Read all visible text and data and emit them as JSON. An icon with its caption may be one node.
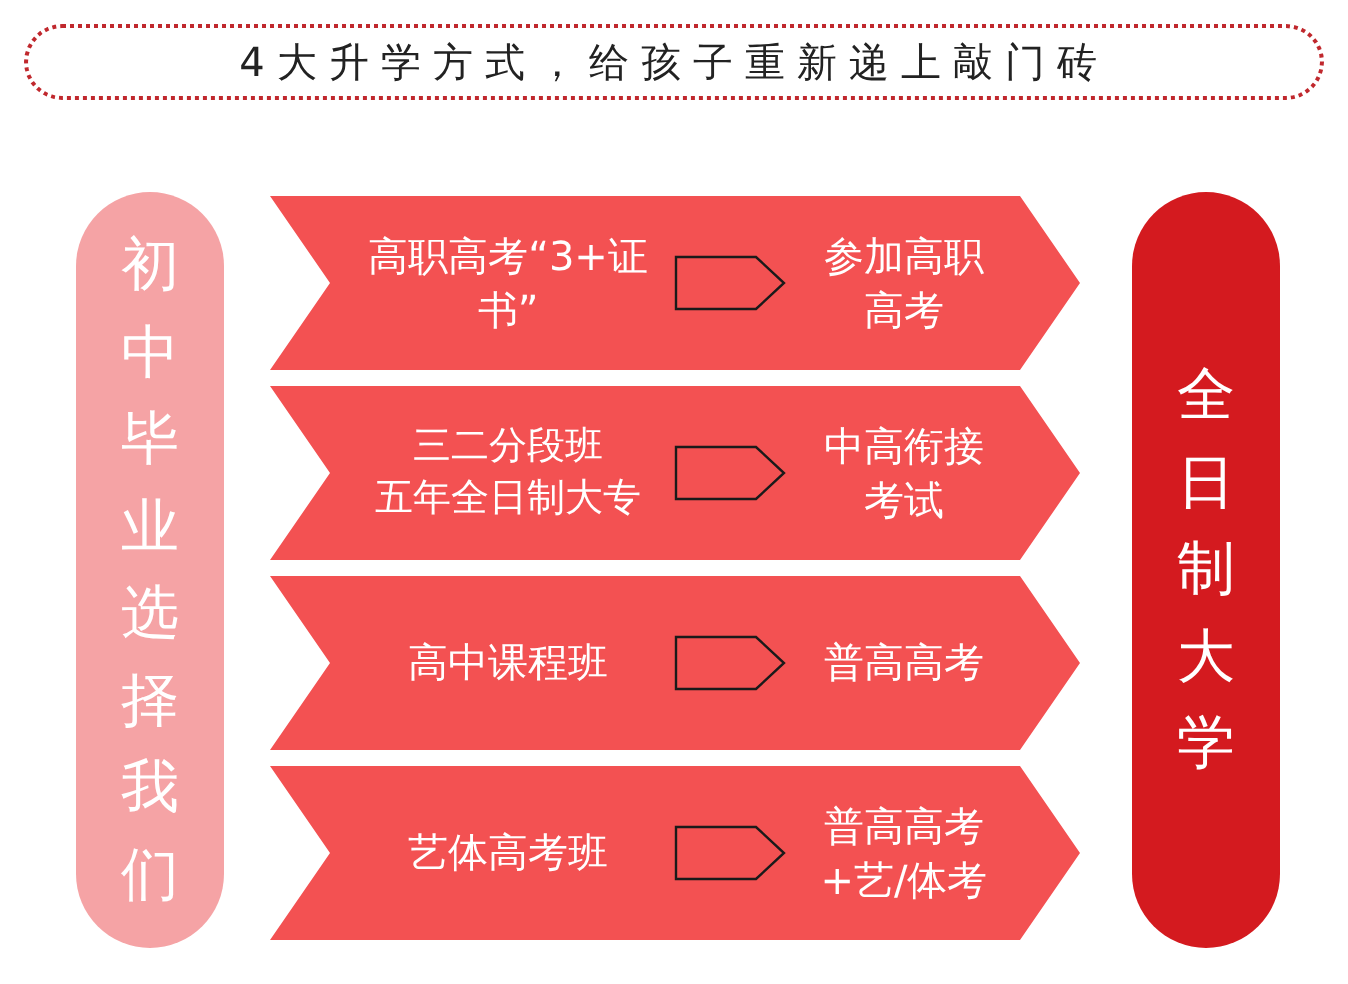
{
  "diagram": {
    "title": "4大升学方式，给孩子重新递上敲门砖",
    "nodes": [
      {
        "text": [
          "初中毕业选择我们"
        ]
      },
      {
        "text": [],
        "shape": "band"
      },
      {
        "text": [
          "高职高考“3+证书”"
        ],
        "in": 1
      },
      {
        "text": [
          "参加高职高考"
        ],
        "in": 1
      },
      {
        "text": [],
        "shape": "band"
      },
      {
        "text": [
          "三二分段班",
          "五年全日制大专"
        ],
        "in": 4
      },
      {
        "text": [
          "中高衔接考试"
        ],
        "in": 4
      },
      {
        "text": [],
        "shape": "band"
      },
      {
        "text": [
          "高中课程班"
        ],
        "in": 7
      },
      {
        "text": [
          "普高高考"
        ],
        "in": 7
      },
      {
        "text": [],
        "shape": "band"
      },
      {
        "text": [
          "艺体高考班"
        ],
        "in": 10
      },
      {
        "text": [
          "普高高考+艺/体考"
        ],
        "in": 10
      },
      {
        "text": [
          "全日制大学"
        ]
      }
    ],
    "edges": [
      {
        "from": 2,
        "to": 3,
        "arrow": "to"
      },
      {
        "from": 5,
        "to": 6,
        "arrow": "to"
      },
      {
        "from": 8,
        "to": 9,
        "arrow": "to"
      },
      {
        "from": 11,
        "to": 12,
        "arrow": "to"
      }
    ]
  }
}
